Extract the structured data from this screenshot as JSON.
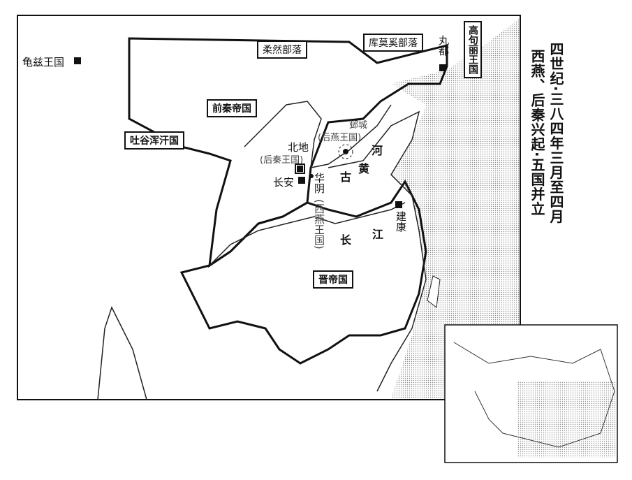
{
  "title": {
    "line1": "四世纪·三八四年三月至四月",
    "line2": "西燕、后秦兴起·五国并立"
  },
  "states": {
    "qianqin": "前秦帝国",
    "jin": "晋帝国",
    "tuyuhun": "吐谷浑汗国",
    "rouran": "柔然部落",
    "kumoxi": "库莫奚部落",
    "goguryeo": "高句丽王国"
  },
  "places": {
    "qiuci": "龟兹王国",
    "wandu": "丸都",
    "yecheng": "邺城",
    "houyan": "(后燕王国)",
    "beidi": "北地",
    "houqin": "(后秦王国)",
    "changan": "长安",
    "huayin": "华阴",
    "xiyan": "(西燕王国)",
    "jiankang": "建康"
  },
  "rivers": {
    "gu": "古",
    "huang": "黄",
    "he": "河",
    "chang": "长",
    "jiang": "江"
  }
}
